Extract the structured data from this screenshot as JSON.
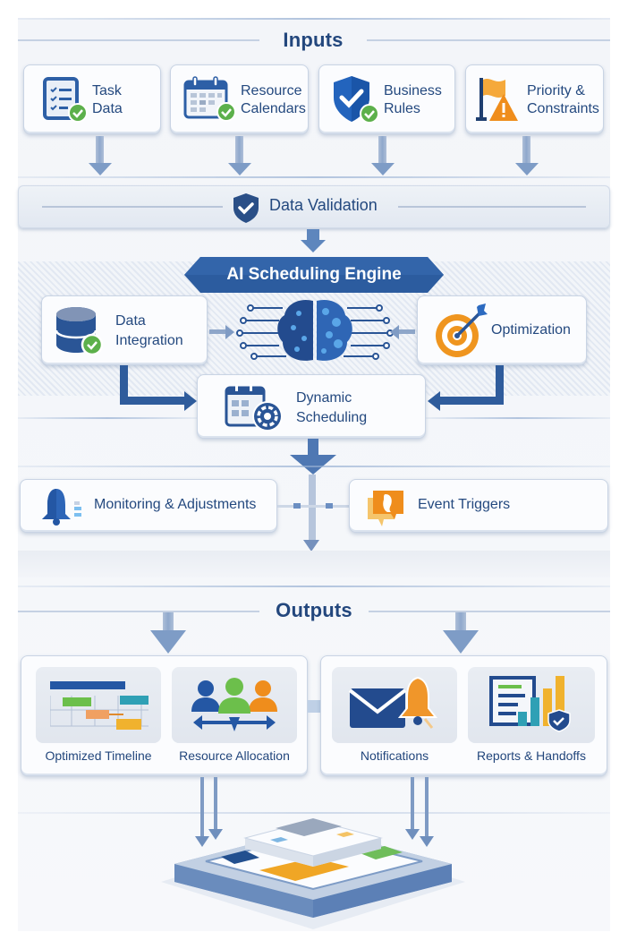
{
  "colors": {
    "primary_blue": "#2a5aa3",
    "dark_blue": "#1f4577",
    "green": "#5cb85c",
    "orange": "#f0962a",
    "light_blue": "#7e9cc6",
    "panel_bg": "#f4f6fa"
  },
  "inputs": {
    "title": "Inputs",
    "cards": [
      {
        "line1": "Task",
        "line2": "Data",
        "icon": "checklist-icon"
      },
      {
        "line1": "Resource",
        "line2": "Calendars",
        "icon": "calendar-icon"
      },
      {
        "line1": "Business",
        "line2": "Rules",
        "icon": "shield-check-icon"
      },
      {
        "line1": "Priority &",
        "line2": "Constraints",
        "icon": "flag-warning-icon"
      }
    ]
  },
  "validation": {
    "label": "Data Validation",
    "icon": "shield-check-icon"
  },
  "engine": {
    "title": "AI Scheduling Engine",
    "center_icon": "brain-circuit-icon",
    "data_integration": {
      "line1": "Data",
      "line2": "Integration",
      "icon": "database-check-icon"
    },
    "optimization": {
      "label": "Optimization",
      "icon": "target-arrow-icon"
    },
    "dynamic_scheduling": {
      "line1": "Dynamic",
      "line2": "Scheduling",
      "icon": "calendar-gear-icon"
    }
  },
  "feedback": {
    "monitoring": {
      "label": "Monitoring & Adjustments",
      "icon": "bell-icon"
    },
    "events": {
      "label": "Event Triggers",
      "icon": "chat-bubble-icon"
    }
  },
  "outputs": {
    "title": "Outputs",
    "groups": [
      {
        "items": [
          {
            "label": "Optimized Timeline",
            "icon": "gantt-chart-icon"
          },
          {
            "label": "Resource Allocation",
            "icon": "people-icon"
          }
        ]
      },
      {
        "items": [
          {
            "label": "Notifications",
            "icon": "mail-bell-icon"
          },
          {
            "label": "Reports & Handoffs",
            "icon": "report-chart-icon"
          }
        ]
      }
    ]
  },
  "platform": {
    "icon": "layered-platform-icon"
  }
}
